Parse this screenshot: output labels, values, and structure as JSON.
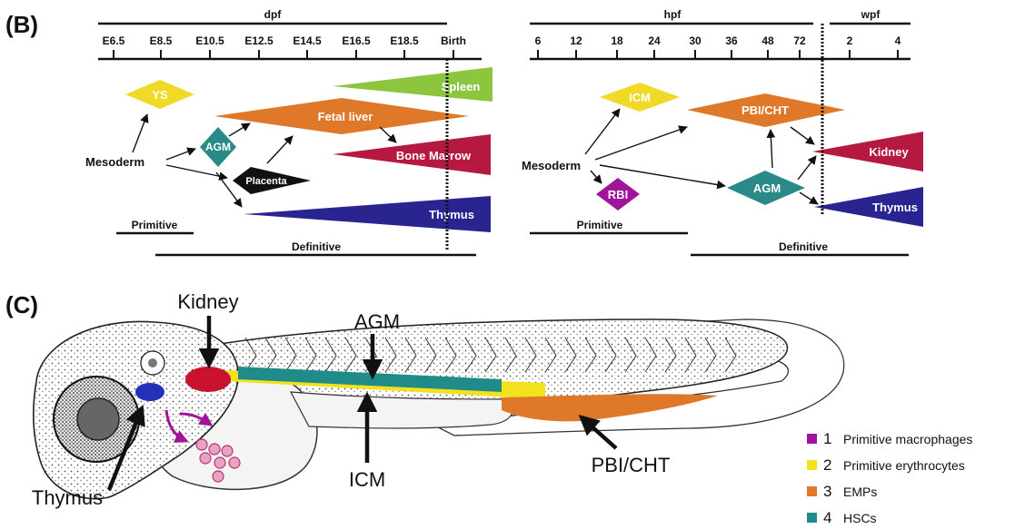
{
  "panel_b": {
    "label": "(B)",
    "mouse": {
      "axis_title": "dpf",
      "ticks": [
        "E6.5",
        "E8.5",
        "E10.5",
        "E12.5",
        "E14.5",
        "E16.5",
        "E18.5",
        "Birth"
      ],
      "mesoderm": "Mesoderm",
      "ys": "YS",
      "agm": "AGM",
      "placenta": "Placenta",
      "fetal_liver": "Fetal liver",
      "spleen": "Spleen",
      "bone_marrow": "Bone Marrow",
      "thymus": "Thymus",
      "primitive": "Primitive",
      "definitive": "Definitive"
    },
    "zebrafish": {
      "axis_title_hpf": "hpf",
      "axis_title_wpf": "wpf",
      "ticks_hpf": [
        "6",
        "12",
        "18",
        "24",
        "30",
        "36",
        "48",
        "72"
      ],
      "ticks_wpf": [
        "2",
        "4"
      ],
      "mesoderm": "Mesoderm",
      "icm": "ICM",
      "rbi": "RBI",
      "pbi_cht": "PBI/CHT",
      "agm": "AGM",
      "kidney": "Kidney",
      "thymus": "Thymus",
      "primitive": "Primitive",
      "definitive": "Definitive"
    }
  },
  "panel_c": {
    "label": "(C)",
    "kidney": "Kidney",
    "agm": "AGM",
    "thymus": "Thymus",
    "icm": "ICM",
    "pbi_cht": "PBI/CHT",
    "legend": [
      {
        "num": "1",
        "text": "Primitive macrophages",
        "color": "#a0149a"
      },
      {
        "num": "2",
        "text": "Primitive erythrocytes",
        "color": "#f2e21b"
      },
      {
        "num": "3",
        "text": "EMPs",
        "color": "#e0782a"
      },
      {
        "num": "4",
        "text": "HSCs",
        "color": "#1f8c8a"
      }
    ]
  },
  "colors": {
    "yellow": "#f0d927",
    "orange": "#e0782a",
    "teal": "#2a8a87",
    "green": "#8cc63f",
    "crimson": "#b5193f",
    "navy": "#2a2490",
    "magenta": "#a0149a",
    "red": "#c8122f",
    "blue": "#2430b8",
    "black": "#111111"
  }
}
